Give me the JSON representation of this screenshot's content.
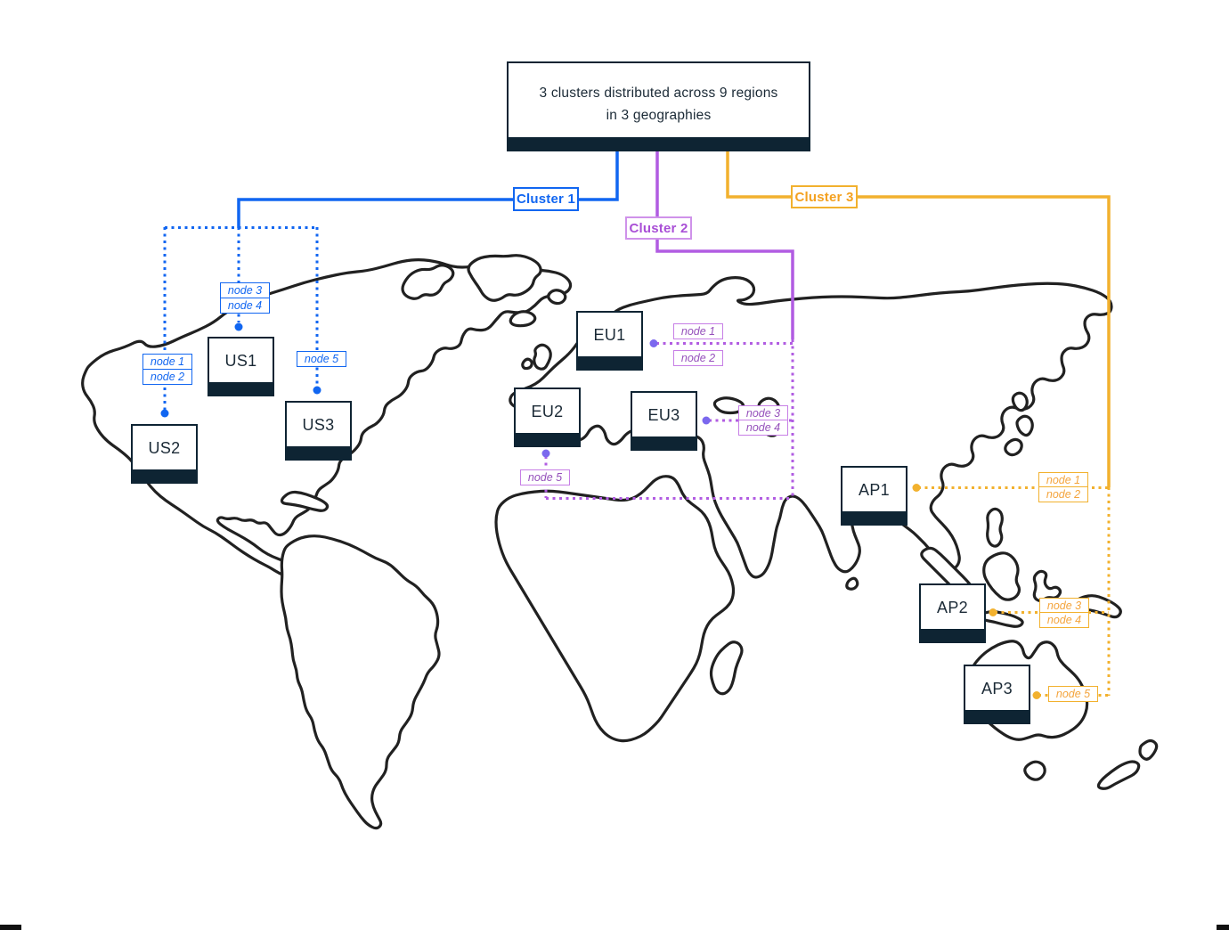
{
  "title": {
    "line1": "3 clusters distributed across 9 regions",
    "line2": "in 3 geographies"
  },
  "clusters": [
    {
      "label": "Cluster 1",
      "color": "#1166f1",
      "regions": [
        "US1",
        "US2",
        "US3"
      ],
      "nodes": [
        "node 1",
        "node 2",
        "node 3",
        "node 4",
        "node 5"
      ]
    },
    {
      "label": "Cluster 2",
      "color": "#b15ce2",
      "regions": [
        "EU1",
        "EU2",
        "EU3"
      ],
      "nodes": [
        "node 1",
        "node 2",
        "node 3",
        "node 4",
        "node 5"
      ]
    },
    {
      "label": "Cluster 3",
      "color": "#f2b12e",
      "regions": [
        "AP1",
        "AP2",
        "AP3"
      ],
      "nodes": [
        "node 1",
        "node 2",
        "node 3",
        "node 4",
        "node 5"
      ]
    }
  ],
  "colors": {
    "cluster1_blue": "#1166f1",
    "cluster2_purple": "#b15ce2",
    "cluster2_text": "#a94fd6",
    "cluster2_border_light": "#cf92ea",
    "purple_node_text": "#9550bb",
    "purple_node_border": "#c77fe6",
    "purple_dot": "#7b68ee",
    "cluster3_yellow": "#f2b12e",
    "yellow_node_text": "#f4a43c",
    "cluster3_text": "#f4a120",
    "navy": "#0e2433",
    "ink": "#1b2a36",
    "map_stroke": "#212121"
  }
}
